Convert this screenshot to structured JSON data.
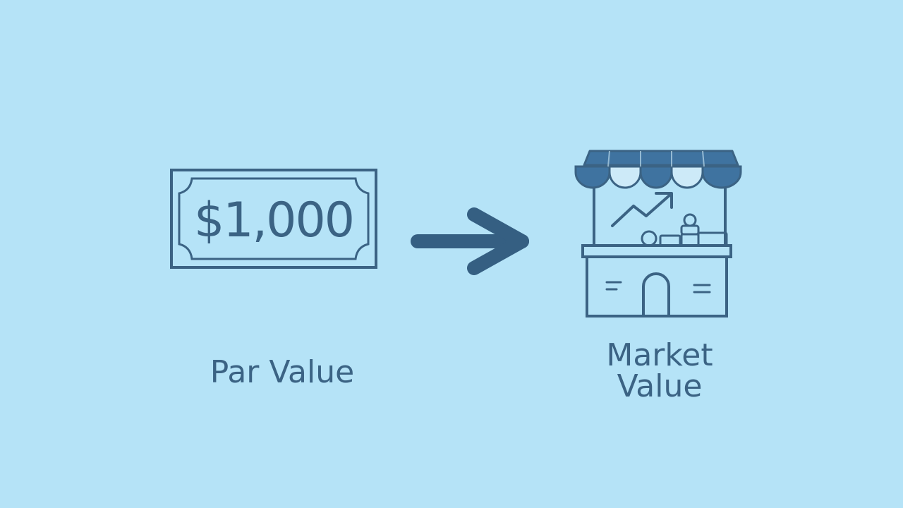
{
  "bill": {
    "amount": "$1,000",
    "icon": "dollar-bill-icon"
  },
  "arrow": {
    "icon": "arrow-right-icon"
  },
  "store": {
    "icon": "market-stall-icon"
  },
  "labels": {
    "par_value": "Par Value",
    "market_value_line1": "Market",
    "market_value_line2": "Value"
  },
  "colors": {
    "background": "#b5e3f7",
    "stroke": "#3b6384",
    "awning_dark": "#3f73a0",
    "awning_light": "#cdeaf8"
  }
}
